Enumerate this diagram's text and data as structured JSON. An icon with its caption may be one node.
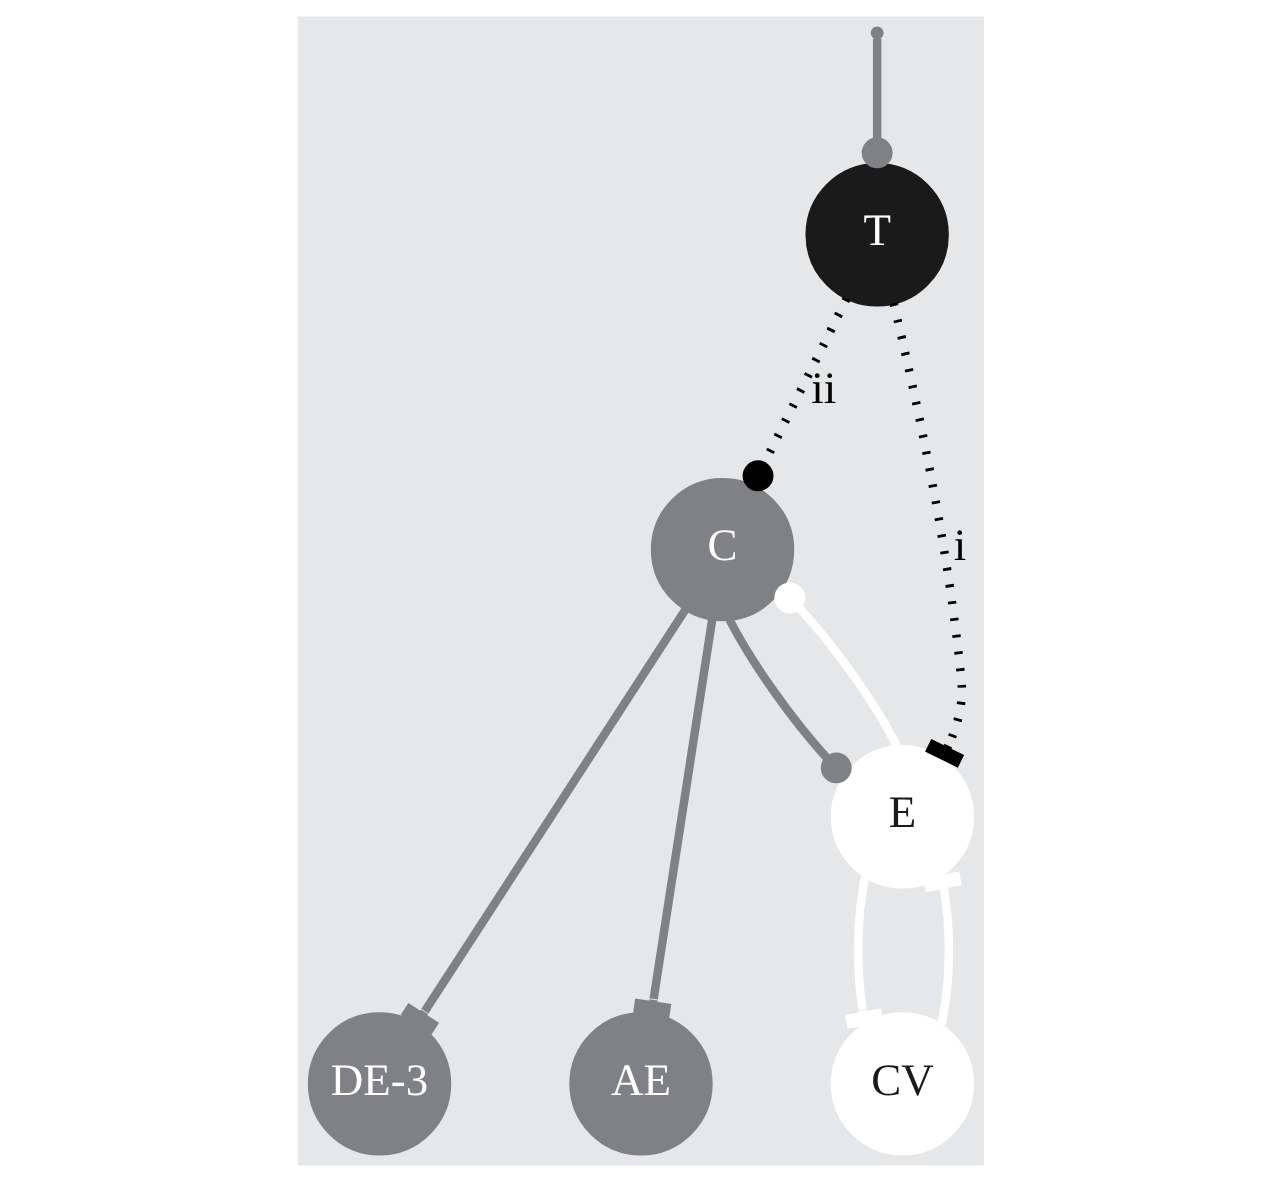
{
  "diagram": {
    "nodes": [
      {
        "text": [
          "T"
        ]
      },
      {
        "text": [
          "C"
        ]
      },
      {
        "text": [
          "E"
        ]
      },
      {
        "text": [
          "DE-3"
        ]
      },
      {
        "text": [
          "AE"
        ]
      },
      {
        "text": [
          "CV"
        ]
      }
    ],
    "edges": [
      {
        "from": null,
        "to": 0,
        "arrow": "other"
      },
      {
        "from": 1,
        "to": 3,
        "arrow": "other"
      },
      {
        "from": 1,
        "to": 4,
        "arrow": "other"
      },
      {
        "from": 1,
        "to": 2,
        "arrow": "other"
      },
      {
        "from": 2,
        "to": 1,
        "arrow": "other",
        "color": "#ffffff"
      },
      {
        "from": 2,
        "to": 5,
        "arrow": "other",
        "color": "#ffffff"
      },
      {
        "from": 5,
        "to": 2,
        "arrow": "other",
        "color": "#ffffff"
      },
      {
        "from": 0,
        "to": 1,
        "arrow": "other",
        "label": "ii",
        "style": "dashed",
        "color": "#000000"
      },
      {
        "from": 0,
        "to": 2,
        "arrow": "other",
        "label": "i",
        "style": "dashed",
        "color": "#000000"
      }
    ]
  }
}
